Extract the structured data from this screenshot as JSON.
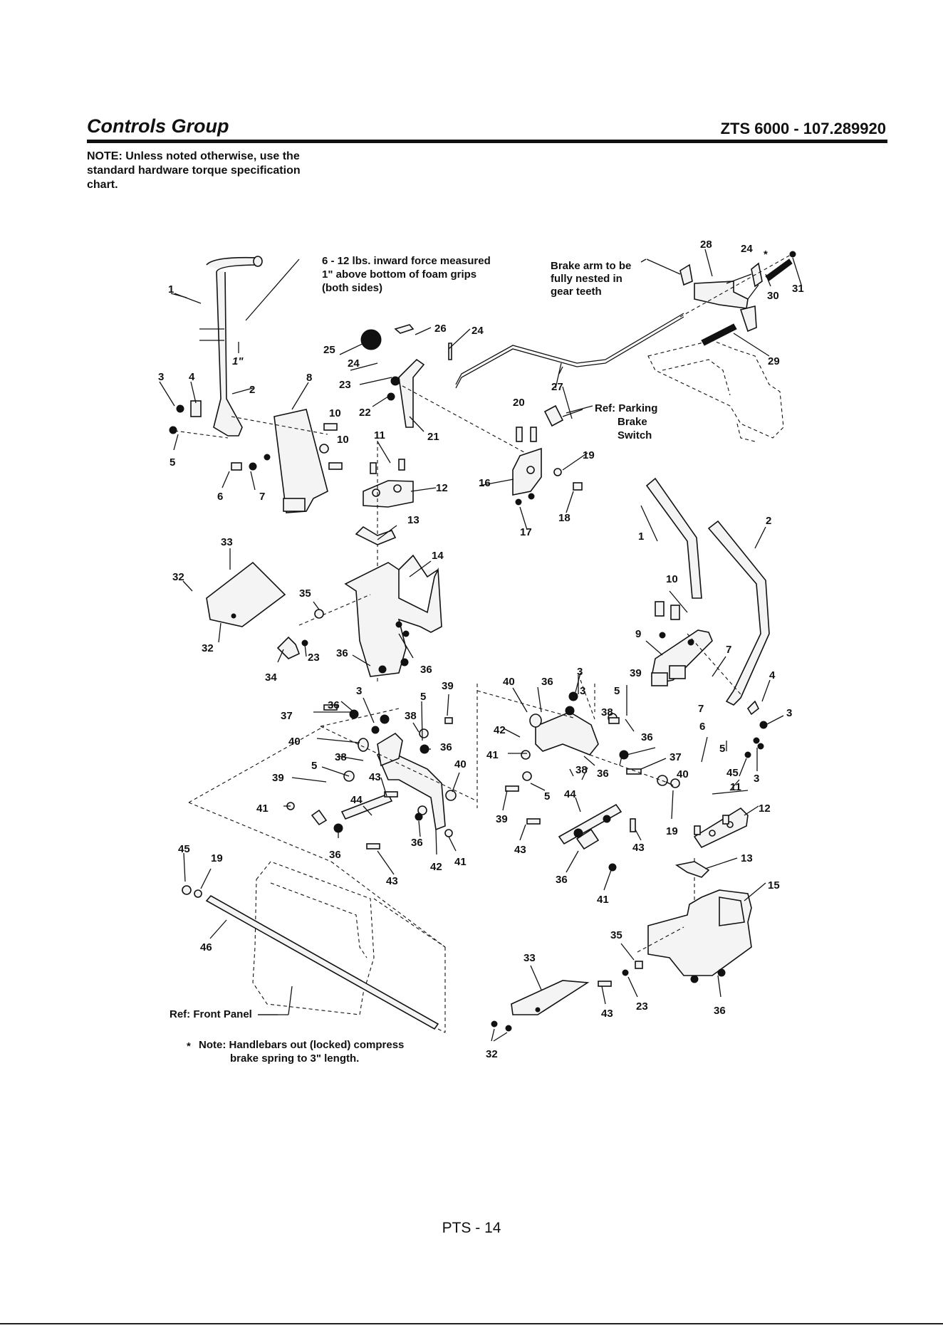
{
  "header": {
    "title": "Controls Group",
    "model": "ZTS 6000 - 107.289920",
    "note": "NOTE: Unless noted otherwise, use the standard hardware torque specification chart."
  },
  "annotations": {
    "force": [
      "6 - 12 lbs. inward force measured",
      "1\" above bottom of foam grips",
      "(both sides)"
    ],
    "one_inch": "1\"",
    "brake_arm": [
      "Brake arm to be",
      "fully nested in",
      "gear teeth"
    ],
    "parking_switch": [
      "Ref: Parking",
      "Brake",
      "Switch"
    ],
    "front_panel": "Ref: Front Panel",
    "star": "*",
    "handlebar_note": [
      "Note: Handlebars out (locked) compress",
      "brake spring to 3\" length."
    ]
  },
  "callouts": [
    "1",
    "2",
    "3",
    "4",
    "5",
    "6",
    "7",
    "8",
    "9",
    "10",
    "11",
    "12",
    "13",
    "14",
    "15",
    "16",
    "17",
    "18",
    "19",
    "20",
    "21",
    "22",
    "23",
    "24",
    "25",
    "26",
    "27",
    "28",
    "29",
    "30",
    "31",
    "32",
    "33",
    "34",
    "35",
    "36",
    "37",
    "38",
    "39",
    "40",
    "41",
    "42",
    "43",
    "44",
    "45",
    "46"
  ],
  "footer": {
    "page": "PTS - 14"
  }
}
